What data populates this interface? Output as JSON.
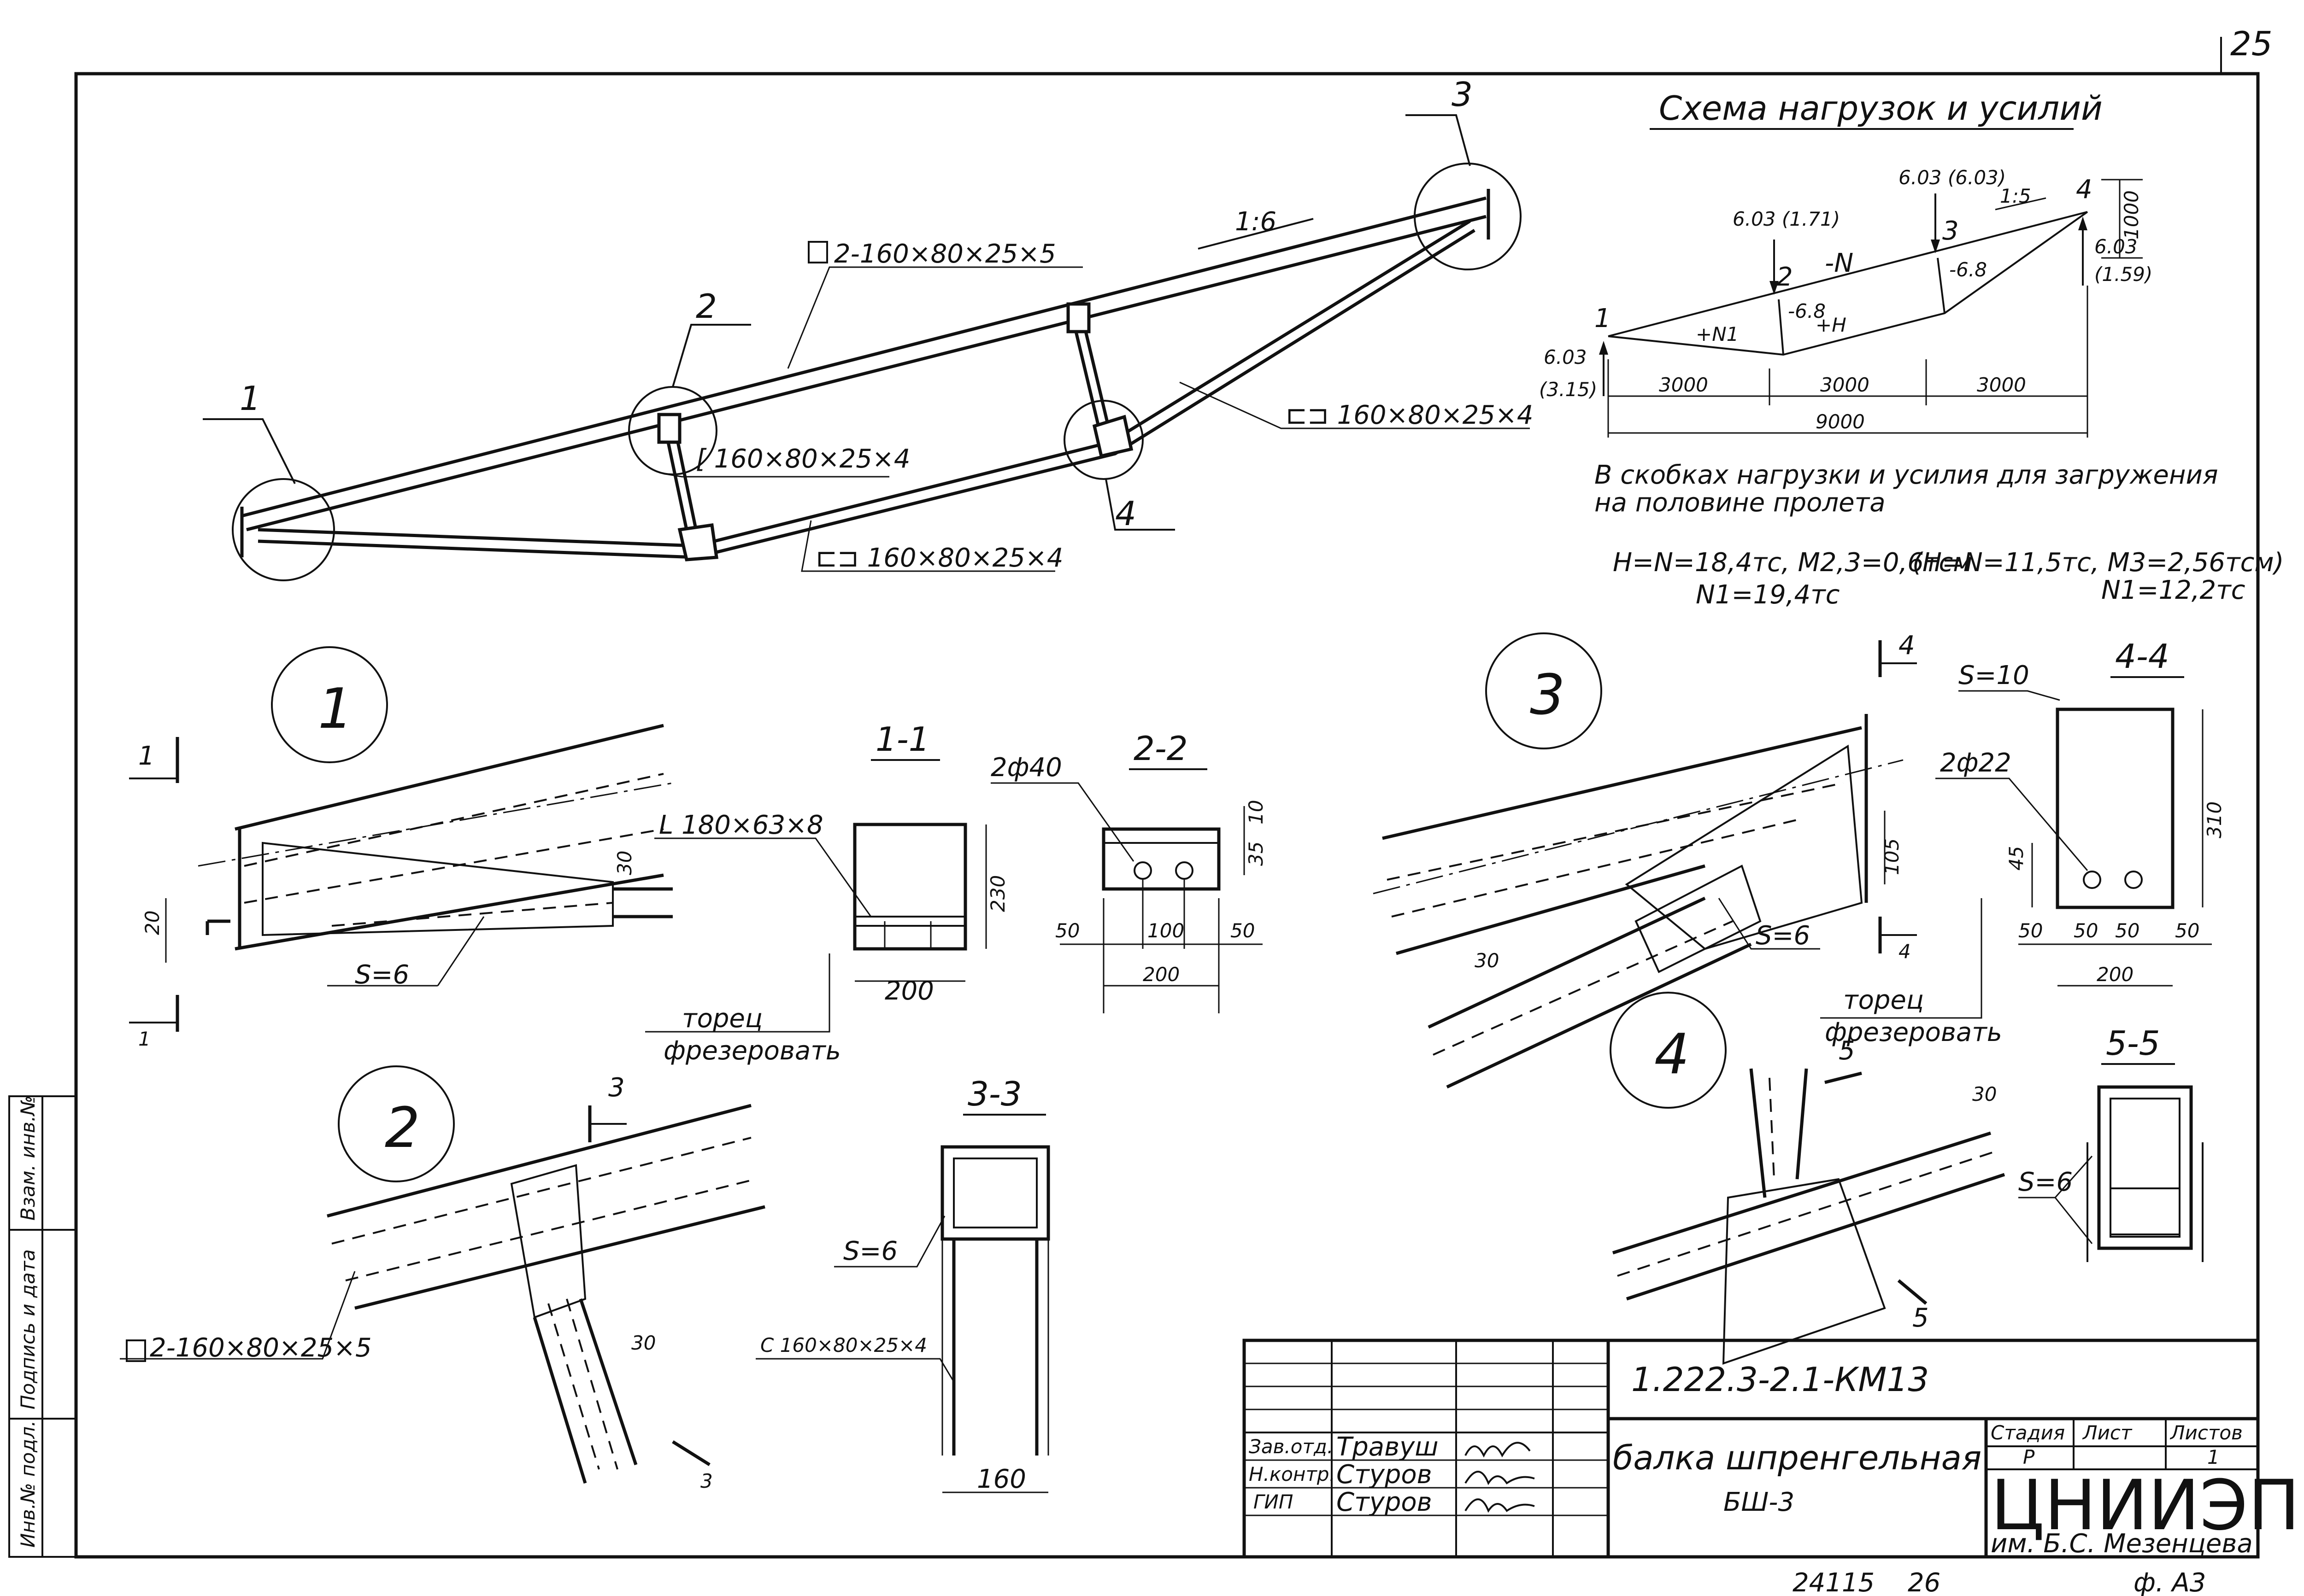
{
  "sheet": {
    "page_number": "25",
    "scheme_title": "Схема нагрузок и усилий",
    "bottom_left_numbers": [
      "24115",
      "26"
    ],
    "format": "ф. А3"
  },
  "main_view": {
    "callouts": [
      "1",
      "2",
      "3",
      "4"
    ],
    "slope": "1:6",
    "top_chord_label": "2-160×80×25×5",
    "struts_label": "[ 160×80×25×4",
    "bottom_chord_label_right": "⊏⊐ 160×80×25×4",
    "bottom_chord_label_left": "⊏⊐ 160×80×25×4"
  },
  "scheme": {
    "nodes": [
      "1",
      "2",
      "3",
      "4"
    ],
    "load_node2": "6.03 (1.71)",
    "load_node3": "6.03 (6.03)",
    "reaction_right": "6.03",
    "reaction_right_paren": "(1.59)",
    "reaction_left": "6.03",
    "reaction_left_paren": "(3.15)",
    "slope": "1:5",
    "height_dim": "1000",
    "force_top": "-N",
    "force_strut_left": "-6.8",
    "force_strut_right": "-6.8",
    "force_bottom_left": "+N1",
    "force_bottom_mid": "+H",
    "spans": [
      "3000",
      "3000",
      "3000"
    ],
    "total_span": "9000"
  },
  "notes": {
    "line1": "В скобках нагрузки и усилия для загружения",
    "line2": "на половине пролета",
    "line3": "H=N=18,4тс, M2,3=0,6тсм",
    "line3_paren": "(H=N=11,5тс, M3=2,56тсм)",
    "line4": "N1=19,4тс",
    "line4_paren": "N1=12,2тс"
  },
  "detail1": {
    "id": "1",
    "section_mark": "1",
    "dim_20": "20",
    "dim_30": "30",
    "plate": "S=6"
  },
  "section_1_1": {
    "title": "1-1",
    "angle": "L 180×63×8",
    "height": "230",
    "width": "200",
    "note_line1": "торец",
    "note_line2": "фрезеровать"
  },
  "section_2_2": {
    "title": "2-2",
    "holes": "2ф40",
    "dims": [
      "50",
      "100",
      "50"
    ],
    "total": "200",
    "dim_10": "10",
    "dim_35": "35"
  },
  "detail3": {
    "id": "3",
    "section_mark": "4",
    "dim_105": "105",
    "plate": "S=6",
    "dim_30": "30",
    "note_line1": "торец",
    "note_line2": "фрезеровать"
  },
  "section_4_4": {
    "title": "4-4",
    "plate": "S=10",
    "holes": "2ф22",
    "height": "310",
    "dim_45": "45",
    "dims": [
      "50",
      "50",
      "50",
      "50"
    ],
    "total": "200"
  },
  "detail2": {
    "id": "2",
    "section_mark": "3",
    "dim_30": "30",
    "chord_label": "2-160×80×25×5"
  },
  "section_3_3": {
    "title": "3-3",
    "plate": "S=6",
    "profile": "C 160×80×25×4",
    "width": "160"
  },
  "detail4": {
    "id": "4",
    "section_mark": "5",
    "dim_30": "30"
  },
  "section_5_5": {
    "title": "5-5",
    "plate": "S=6"
  },
  "title_block": {
    "doc_code": "1.222.3-2.1-КМ13",
    "roles": [
      "Зав.отд.",
      "Н.контр.",
      "ГИП"
    ],
    "names": [
      "Травуш",
      "Стуров",
      "Стуров"
    ],
    "title_line1": "балка шпренгельная",
    "title_line2": "БШ-3",
    "stage_header": "Стадия",
    "sheet_header": "Лист",
    "sheets_header": "Листов",
    "stage": "Р",
    "sheets_total": "1",
    "org": "ЦНИИЭП",
    "org_sub": "им. Б.С. Мезенцева"
  },
  "side_stamp": [
    "Инв.№ подл.",
    "Подпись и дата",
    "Взам. инв.№"
  ]
}
